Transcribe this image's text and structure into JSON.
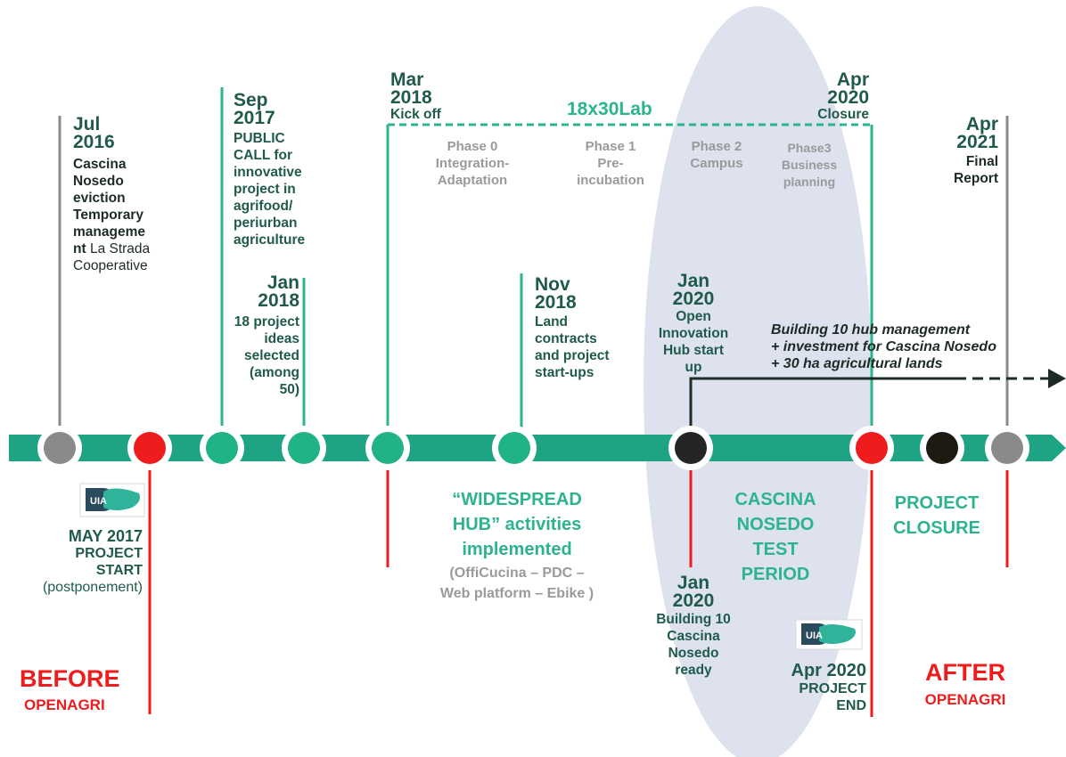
{
  "colors": {
    "track": "#1fa385",
    "dot_green": "#20b386",
    "dot_red": "#ee1c1c",
    "dot_grey": "#8a8a8a",
    "dot_black": "#252525",
    "text_dark": "#1f5a4c",
    "text_light": "#2db38f",
    "accent_red": "#ee1c1c",
    "oval": "#dde2ee"
  },
  "before": {
    "title": "BEFORE",
    "subtitle": "OPENAGRI"
  },
  "after": {
    "title": "AFTER",
    "subtitle": "OPENAGRI"
  },
  "jul2016": {
    "date_lines": [
      "Jul",
      "2016"
    ],
    "bold_lines": [
      "Cascina",
      "Nosedo",
      "eviction",
      "Temporary",
      "manageme"
    ],
    "mixed_bold": "nt",
    "mixed_rest": " La Strada",
    "plain_last": "Cooperative"
  },
  "may2017": {
    "logo_text": "UIA",
    "lines": [
      "MAY 2017",
      "PROJECT",
      "START"
    ],
    "note": "(postponement)"
  },
  "sep2017": {
    "date_lines": [
      "Sep",
      "2017"
    ],
    "lines": [
      "PUBLIC",
      "CALL for",
      "innovative",
      "project in",
      "agrifood/",
      "periurban",
      "agriculture"
    ]
  },
  "jan2018": {
    "date_lines": [
      "Jan",
      "2018"
    ],
    "lines": [
      "18 project",
      "ideas",
      "selected",
      "(among",
      "50)"
    ]
  },
  "mar2018": {
    "date_lines": [
      "Mar",
      "2018"
    ],
    "label": "Kick off"
  },
  "lab": {
    "title": "18x30Lab",
    "phases": [
      {
        "lines": [
          "Phase 0",
          "Integration-",
          "Adaptation"
        ]
      },
      {
        "lines": [
          "Phase 1",
          "Pre-",
          "incubation"
        ]
      },
      {
        "lines": [
          "Phase 2",
          "Campus"
        ]
      },
      {
        "lines": [
          "Phase3",
          "Business",
          "planning"
        ]
      }
    ]
  },
  "apr2020_top": {
    "date_lines": [
      "Apr",
      "2020"
    ],
    "label": "Closure"
  },
  "apr2021": {
    "date_lines": [
      "Apr",
      "2021"
    ],
    "lines": [
      "Final",
      "Report"
    ]
  },
  "nov2018": {
    "date_lines": [
      "Nov",
      "2018"
    ],
    "lines": [
      "Land",
      "contracts",
      "and project",
      "start-ups"
    ]
  },
  "jan2020_top": {
    "date_lines": [
      "Jan",
      "2020"
    ],
    "lines": [
      "Open",
      "Innovation",
      "Hub start",
      "up"
    ]
  },
  "hub_management": {
    "lines": [
      "Building 10 hub management",
      "+ investment for Cascina Nosedo",
      "+ 30 ha agricultural lands"
    ]
  },
  "widespread": {
    "lines": [
      "“WIDESPREAD",
      "HUB” activities",
      "implemented"
    ],
    "sub_lines": [
      "(OffiCucina – PDC –",
      "Web platform – Ebike )"
    ]
  },
  "jan2020_bottom": {
    "date_lines": [
      "Jan",
      "2020"
    ],
    "lines": [
      "Building 10",
      "Cascina",
      "Nosedo",
      "ready"
    ]
  },
  "test_period": {
    "lines": [
      "CASCINA",
      "NOSEDO",
      "TEST",
      "PERIOD"
    ]
  },
  "apr2020_end": {
    "logo_text": "UIA",
    "lines": [
      "Apr 2020",
      "PROJECT",
      "END"
    ]
  },
  "closure": {
    "lines": [
      "PROJECT",
      "CLOSURE"
    ]
  }
}
